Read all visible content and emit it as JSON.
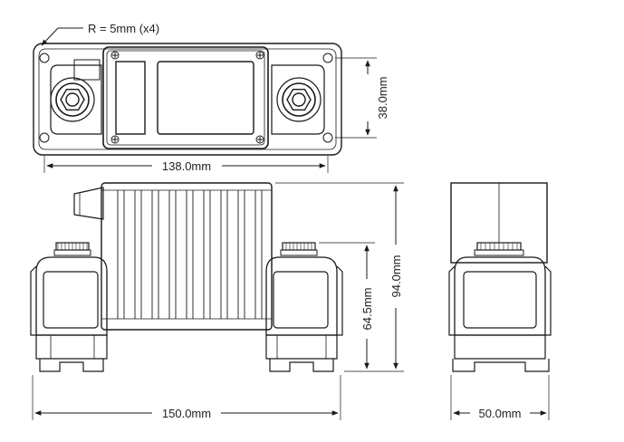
{
  "annotations": {
    "corner_radius": "R = 5mm (x4)",
    "mount_hole_spacing_width": "138.0mm",
    "mount_hole_spacing_height": "38.0mm",
    "overall_height": "94.0mm",
    "terminal_height": "64.5mm",
    "overall_length": "150.0mm",
    "overall_width": "50.0mm"
  }
}
